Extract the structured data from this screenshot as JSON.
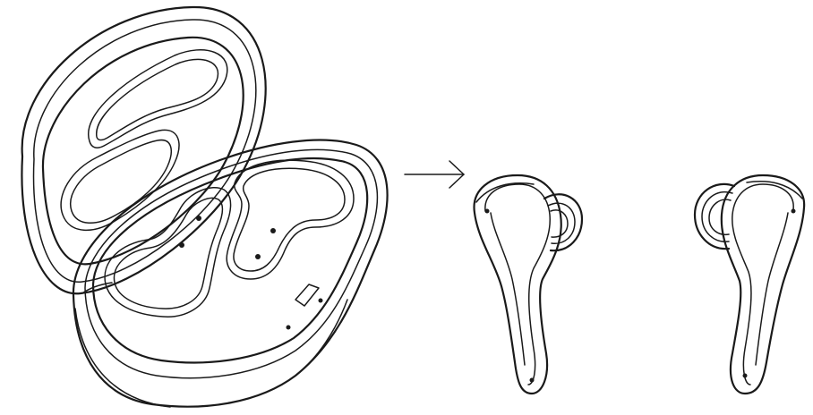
{
  "figure": {
    "items": [
      {
        "name": "charging-case",
        "state": "open"
      },
      {
        "name": "arrow",
        "direction": "right"
      },
      {
        "name": "left-earbud"
      },
      {
        "name": "right-earbud"
      }
    ],
    "colors": {
      "line": "#1a1a1a",
      "background": "#ffffff"
    }
  }
}
